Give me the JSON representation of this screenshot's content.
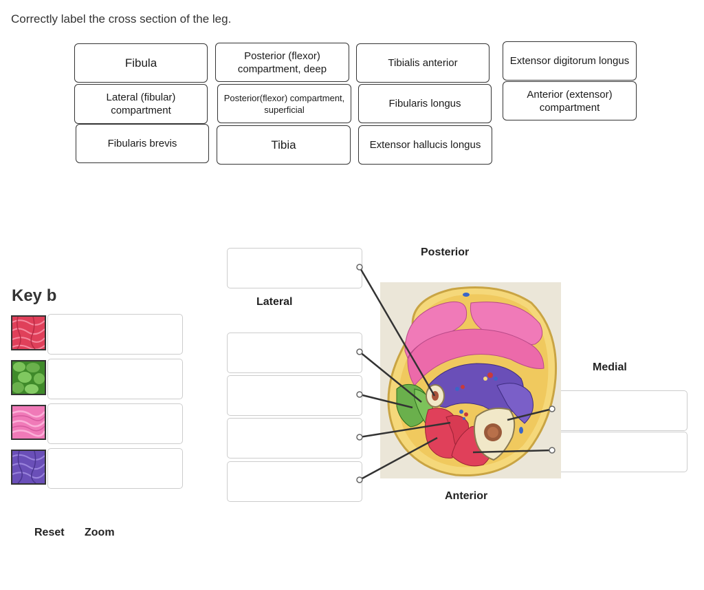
{
  "instruction": "Correctly label the cross section of the leg.",
  "labels": [
    "Fibula",
    "Posterior (flexor) compartment, deep",
    "Tibialis anterior",
    "Extensor digitorum longus",
    "Lateral (fibular) compartment",
    "Posterior(flexor) compartment, superficial",
    "Fibularis longus",
    "Anterior (extensor) compartment",
    "Fibularis brevis",
    "Tibia",
    "Extensor hallucis longus"
  ],
  "key": {
    "title": "Key b",
    "swatches": [
      {
        "name": "red-muscle",
        "color": "#e0405a"
      },
      {
        "name": "green-muscle",
        "color": "#6ab04c"
      },
      {
        "name": "pink-muscle",
        "color": "#f07ab8"
      },
      {
        "name": "purple-muscle",
        "color": "#6a4fb8"
      }
    ]
  },
  "directions": {
    "posterior": "Posterior",
    "lateral": "Lateral",
    "medial": "Medial",
    "anterior": "Anterior"
  },
  "controls": {
    "reset": "Reset",
    "zoom": "Zoom"
  }
}
